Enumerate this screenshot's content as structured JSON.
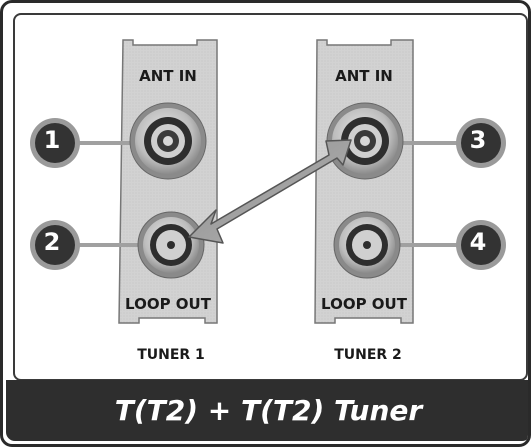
{
  "tuner1": {
    "label": "TUNER 1",
    "ant_in": "ANT IN",
    "loop_out": "LOOP OUT"
  },
  "tuner2": {
    "label": "TUNER 2",
    "ant_in": "ANT IN",
    "loop_out": "LOOP OUT"
  },
  "badges": [
    "1",
    "2",
    "3",
    "4"
  ],
  "caption": "T(T2) + T(T2) Tuner",
  "colors": {
    "badge": "#333333",
    "badge_border": "#9a9a9a",
    "plate": "#cfcfcf",
    "arrow": "#9e9e9e"
  }
}
